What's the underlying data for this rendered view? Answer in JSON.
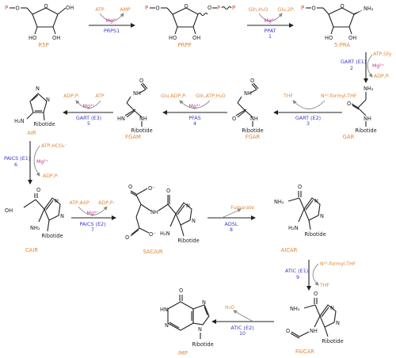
{
  "colors": {
    "compound": "#e0873a",
    "magnesium": "#c0388a",
    "enzyme": "#3a3ac8",
    "phosphate": "#e0482a",
    "bond": "#222222"
  },
  "atoms": {
    "P": "P",
    "O": "O",
    "OH": "OH",
    "HO": "HO",
    "NH2": "NH₂",
    "H2N": "H₂N",
    "HN": "HN",
    "NH": "NH",
    "N": "N",
    "O_minus": "O⁻",
    "ribotide": "Ribotide",
    "dot_sep": "·"
  },
  "compounds": {
    "r5p": "R5P",
    "prpp": "PRPP",
    "pra5": "5-PRA",
    "gar": "GAR",
    "fgar": "FGAR",
    "fgam": "FGAM",
    "air": "AIR",
    "cair": "CAIR",
    "sacair": "SACAIR",
    "aicar": "AICAR",
    "faicar": "FAICAR",
    "imp": "IMP"
  },
  "steps": {
    "prps1": {
      "in": "ATP",
      "out": "AMP",
      "mg": "Mg²⁺",
      "enzyme": "PRPS1",
      "num": ""
    },
    "ppat": {
      "in": "Gln,H₂O",
      "out": "Glu,2Pᵢ",
      "mg": "Mg²⁺",
      "enzyme": "PPAT",
      "num": "1"
    },
    "gart1": {
      "in": "ATP,Gly",
      "out": "ADP,Pᵢ",
      "mg": "Mg²⁺",
      "enzyme": "GART (E1)",
      "num": "2"
    },
    "gart2": {
      "in": "N¹⁰-formyl-THF",
      "out": "THF",
      "enzyme": "GART (E2)",
      "num": "3"
    },
    "pfas": {
      "in": "Gln,ATP,H₂O",
      "out": "Glu,ADP,Pᵢ",
      "mg": "Mg²⁺",
      "enzyme": "PFAS",
      "num": "4"
    },
    "gart3": {
      "in": "ATP",
      "out": "ADP,Pᵢ",
      "mg": "Mg²⁺",
      "enzyme": "GART (E3)",
      "num": "5"
    },
    "paics1": {
      "in": "ATP,HCO₃⁻",
      "out": "ADP,Pᵢ",
      "mg": "Mg²⁺",
      "enzyme": "PAICS (E1)",
      "num": "6"
    },
    "paics2": {
      "in": "ATP,ASP",
      "out": "ADP,Pᵢ",
      "mg": "Mg²⁺",
      "enzyme": "PAICS (E2)",
      "num": "7"
    },
    "adsl": {
      "out": "Fumarate",
      "enzyme": "ADSL",
      "num": "8"
    },
    "atic1": {
      "in": "N¹⁰-formyl-THF",
      "out": "THF",
      "enzyme": "ATIC (E1)",
      "num": "9"
    },
    "atic2": {
      "out": "H₂O",
      "enzyme": "ATIC (E2)",
      "num": "10"
    }
  }
}
